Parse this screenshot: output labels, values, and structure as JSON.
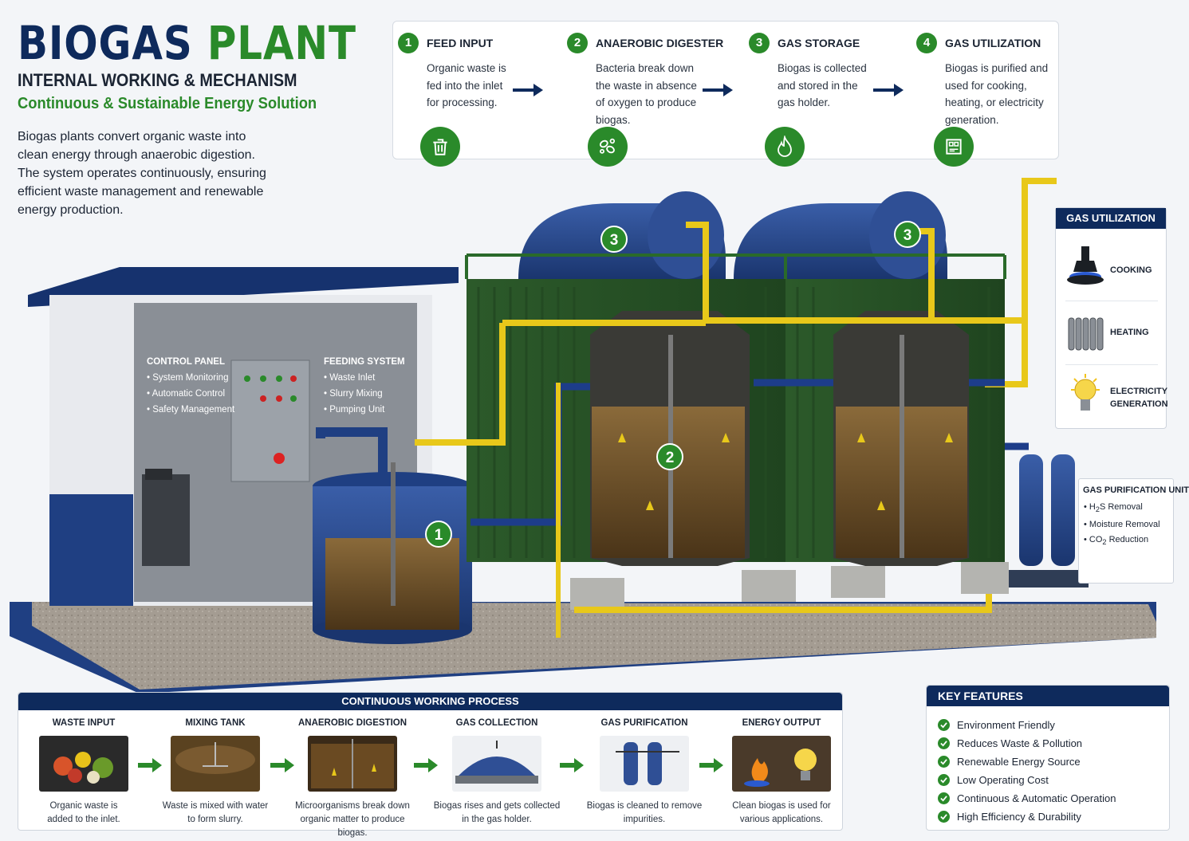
{
  "header": {
    "title_part1": "BIOGAS",
    "title_part2": "PLANT",
    "subtitle": "INTERNAL WORKING & MECHANISM",
    "tagline": "Continuous & Sustainable Energy Solution",
    "intro": "Biogas plants convert organic waste into clean energy through anaerobic digestion. The system operates continuously, ensuring efficient waste management and renewable energy production."
  },
  "steps": [
    {
      "num": "1",
      "label": "FEED INPUT",
      "desc": "Organic waste is fed into the inlet for processing.",
      "icon": "trash-icon"
    },
    {
      "num": "2",
      "label": "ANAEROBIC DIGESTER",
      "desc": "Bacteria break down the waste in absence of oxygen to produce biogas.",
      "icon": "bacteria-icon"
    },
    {
      "num": "3",
      "label": "GAS STORAGE",
      "desc": "Biogas is collected and stored in the gas holder.",
      "icon": "flame-icon"
    },
    {
      "num": "4",
      "label": "GAS UTILIZATION",
      "desc": "Biogas is purified and used for cooking, heating, or electricity generation.",
      "icon": "panel-icon"
    }
  ],
  "control_panel": {
    "title": "CONTROL PANEL",
    "items": [
      "System Monitoring",
      "Automatic Control",
      "Safety Management"
    ]
  },
  "feeding_system": {
    "title": "FEEDING SYSTEM",
    "items": [
      "Waste Inlet",
      "Slurry Mixing",
      "Pumping Unit"
    ]
  },
  "markers": {
    "feed": "1",
    "digester": "2",
    "storage_a": "3",
    "storage_b": "3"
  },
  "gas_utilization": {
    "title": "GAS UTILIZATION",
    "items": [
      {
        "label": "COOKING",
        "icon": "stove-burner-icon"
      },
      {
        "label": "HEATING",
        "icon": "radiator-icon"
      },
      {
        "label_line1": "ELECTRICITY",
        "label_line2": "GENERATION",
        "icon": "light-bulb-icon"
      }
    ]
  },
  "gas_purification": {
    "title": "GAS PURIFICATION UNIT",
    "items": [
      {
        "pre": "H",
        "sub": "2",
        "post": "S Removal"
      },
      {
        "pre": "Moisture Removal",
        "sub": "",
        "post": ""
      },
      {
        "pre": "CO",
        "sub": "2",
        "post": " Reduction"
      }
    ]
  },
  "process": {
    "title": "CONTINUOUS WORKING PROCESS",
    "items": [
      {
        "label": "WASTE INPUT",
        "desc_line1": "Organic waste is",
        "desc_line2": "added to the inlet."
      },
      {
        "label": "MIXING TANK",
        "desc_line1": "Waste is mixed with water",
        "desc_line2": "to form slurry."
      },
      {
        "label": "ANAEROBIC DIGESTION",
        "desc_line1": "Microorganisms break down",
        "desc_line2": "organic matter to produce biogas."
      },
      {
        "label": "GAS COLLECTION",
        "desc_line1": "Biogas rises and gets collected",
        "desc_line2": "in the gas holder."
      },
      {
        "label": "GAS PURIFICATION",
        "desc_line1": "Biogas is cleaned to remove",
        "desc_line2": "impurities."
      },
      {
        "label": "ENERGY OUTPUT",
        "desc_line1": "Clean biogas is used for",
        "desc_line2": "various applications."
      }
    ]
  },
  "key_features": {
    "title": "KEY FEATURES",
    "items": [
      "Environment Friendly",
      "Reduces Waste & Pollution",
      "Renewable Energy Source",
      "Low Operating Cost",
      "Continuous & Automatic Operation",
      "High Efficiency & Durability"
    ]
  },
  "colors": {
    "navy": "#0e2a5c",
    "green": "#2a8a2a",
    "pipe_yellow": "#e8c81a",
    "pipe_blue": "#1d3d8a",
    "container_green": "#2f5a2c"
  }
}
